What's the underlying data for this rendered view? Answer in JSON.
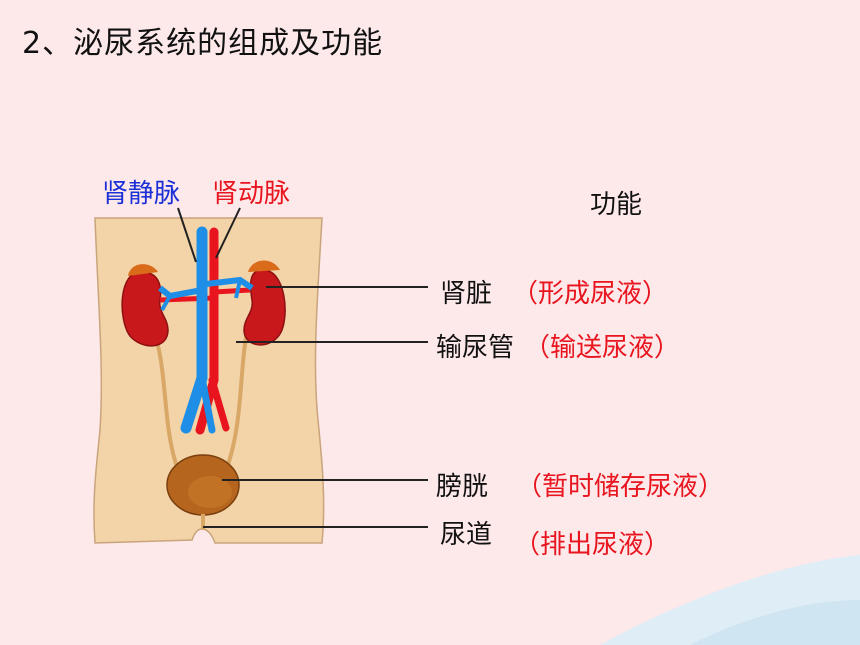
{
  "title": "2、泌尿系统的组成及功能",
  "vessel_labels": {
    "vein": "肾静脉",
    "artery": "肾动脉"
  },
  "function_header": "功能",
  "organs": [
    {
      "name": "肾脏",
      "function": "（形成尿液）"
    },
    {
      "name": "输尿管",
      "function": "（输送尿液）"
    },
    {
      "name": "膀胱",
      "function": "（暂时储存尿液）"
    },
    {
      "name": "尿道",
      "function": "（排出尿液）"
    }
  ],
  "colors": {
    "background": "#fde8ea",
    "vein": "#1a2fd8",
    "artery": "#e8141e",
    "function_text": "#e8141e",
    "body": "#f2d4a8"
  }
}
